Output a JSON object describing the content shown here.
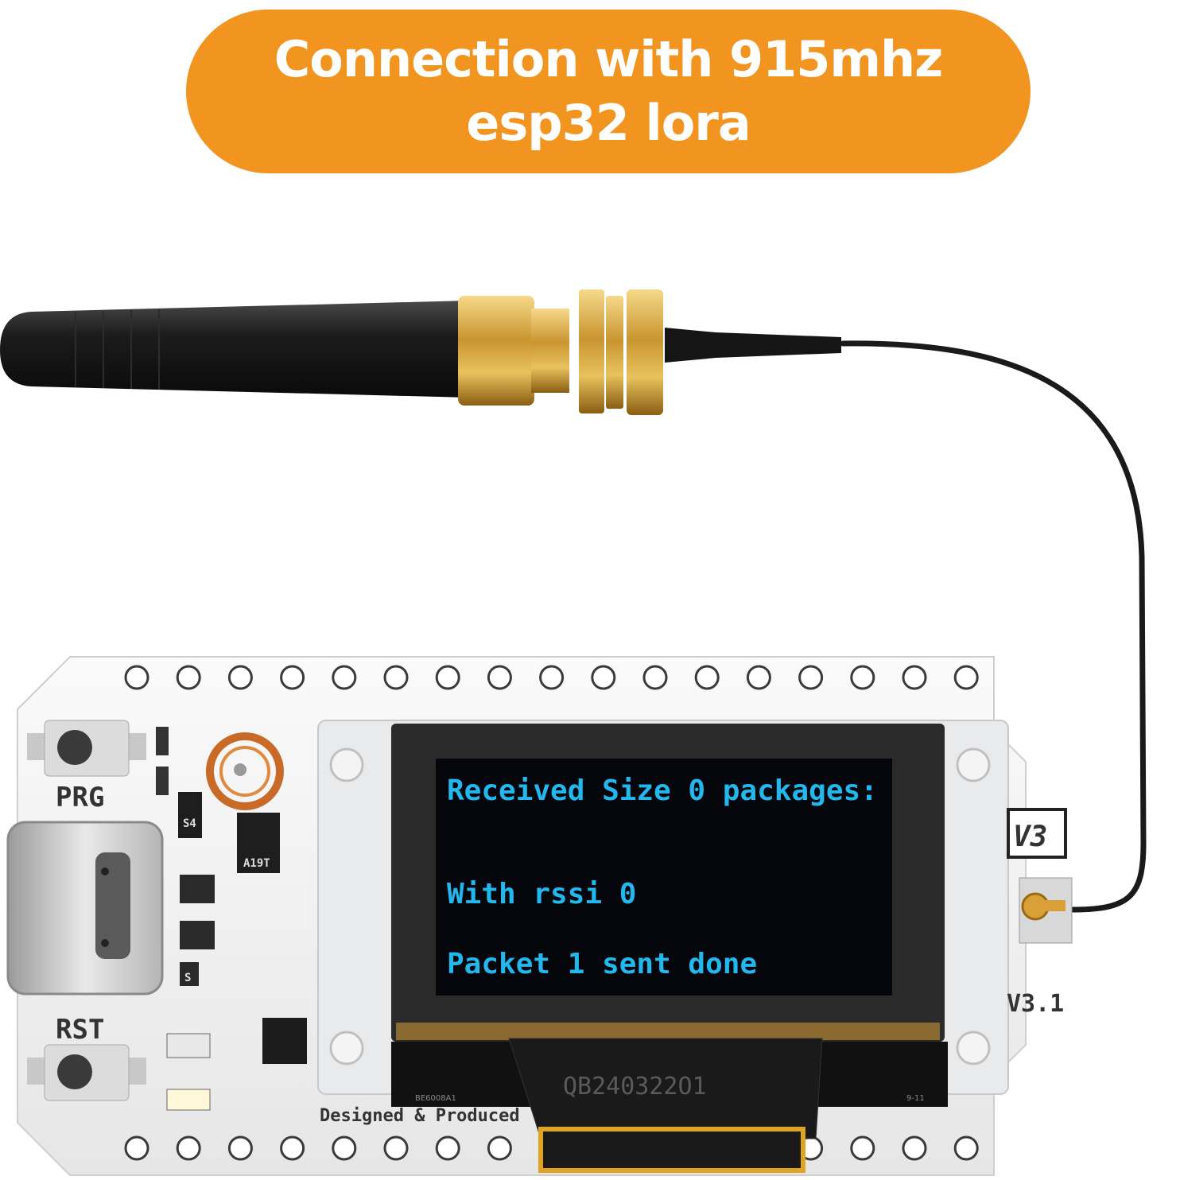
{
  "banner": {
    "line1": "Connection with 915mhz",
    "line2": "esp32 lora",
    "color": "#f29420"
  },
  "board": {
    "button_prg": "PRG",
    "button_rst": "RST",
    "version_badge": "V3",
    "version_label": "V3.1",
    "chip_a": "A19T",
    "chip_b": "S4",
    "chip_c": "S",
    "bottom_text": "Designed & Produced",
    "module_code": "QB240322O1",
    "module_small_left": "BE6008A1",
    "module_small_right": "9-11"
  },
  "oled": {
    "line1": "Received Size 0 packages:",
    "line2": "With rssi 0",
    "line3": "Packet 1 sent done",
    "text_color": "#22b8ee"
  }
}
